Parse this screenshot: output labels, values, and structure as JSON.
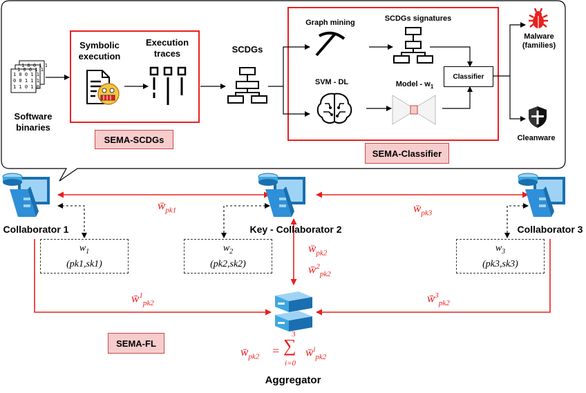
{
  "pipeline": {
    "binaries_label": "Software\nbinaries",
    "symbolic_label": "Symbolic\nexecution",
    "traces_label": "Execution\ntraces",
    "scdgs_label": "SCDGs",
    "graph_mining_label": "Graph mining",
    "signatures_label": "SCDGs signatures",
    "svm_label": "SVM - DL",
    "model_label": "Model - w",
    "model_sub": "1",
    "classifier_label": "Classifier",
    "malware_label": "Malware\n(families)",
    "cleanware_label": "Cleanware",
    "sema_scdgs_tag": "SEMA-SCDGs",
    "sema_classifier_tag": "SEMA-Classifier",
    "binary_digits": [
      "1 0 0 1 1",
      "1 0 0 1 1",
      "1 0 0 1 1",
      "0 0 1 1 1",
      "1 1 0 1 0"
    ]
  },
  "federation": {
    "collab1": "Collaborator 1",
    "collab2": "Key - Collaborator 2",
    "collab3": "Collaborator 3",
    "aggregator": "Aggregator",
    "sema_fl_tag": "SEMA-FL",
    "w1": "w",
    "w1_sub": "1",
    "keys1": "(pk1,sk1)",
    "w2": "w",
    "w2_sub": "2",
    "keys2": "(pk2,sk2)",
    "w3": "w",
    "w3_sub": "3",
    "keys3": "(pk3,sk3)",
    "wpk1": "w̄",
    "wpk1_sub": "pk1",
    "wpk3": "w̄",
    "wpk3_sub": "pk3",
    "wpk2": "w̄",
    "wpk2_sub": "pk2",
    "w2pk2": "w̄",
    "w2pk2_sup": "2",
    "w2pk2_sub": "pk2",
    "w1pk2": "w̄",
    "w1pk2_sup": "1",
    "w1pk2_sub": "pk2",
    "w3pk2": "w̄",
    "w3pk2_sup": "3",
    "w3pk2_sub": "pk2",
    "sum_lhs": "w̄",
    "sum_lhs_sub": "pk2",
    "sum_eq": "=",
    "sum_sym": "∑",
    "sum_top": "3",
    "sum_bottom": "i=0",
    "sum_term": "w̄",
    "sum_term_sup": "i",
    "sum_term_sub": "pk2"
  },
  "colors": {
    "accent_red": "#e8201f",
    "tag_fill": "#f7cccc",
    "server_blue": "#3da8e0"
  },
  "icons": [
    "binary-files-icon",
    "document-virus-icon",
    "traces-icon",
    "tree-icon",
    "pickaxe-icon",
    "brain-icon",
    "autoencoder-icon",
    "bug-icon",
    "shield-icon",
    "computer-icon",
    "server-icon"
  ]
}
